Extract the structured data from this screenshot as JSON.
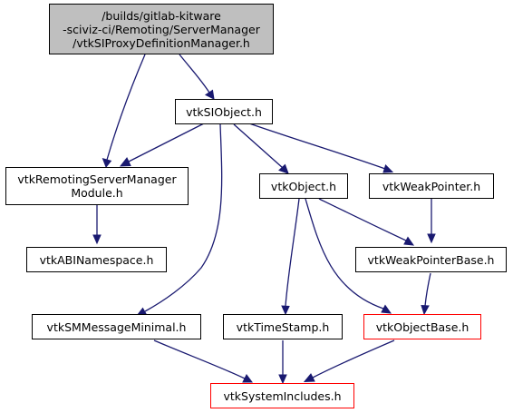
{
  "colors": {
    "edge": "#191970",
    "root_fill": "#bfbfbf",
    "truncated_border": "#ff0000",
    "border": "#000000"
  },
  "nodes": {
    "root": {
      "lines": [
        "/builds/gitlab-kitware",
        "-sciviz-ci/Remoting/ServerManager",
        "/vtkSIProxyDefinitionManager.h"
      ]
    },
    "siobject": {
      "lines": [
        "vtkSIObject.h"
      ]
    },
    "remoting": {
      "lines": [
        "vtkRemotingServerManager",
        "Module.h"
      ]
    },
    "object": {
      "lines": [
        "vtkObject.h"
      ]
    },
    "weakptr": {
      "lines": [
        "vtkWeakPointer.h"
      ]
    },
    "abi": {
      "lines": [
        "vtkABINamespace.h"
      ]
    },
    "weakbase": {
      "lines": [
        "vtkWeakPointerBase.h"
      ]
    },
    "smmsg": {
      "lines": [
        "vtkSMMessageMinimal.h"
      ]
    },
    "timestamp": {
      "lines": [
        "vtkTimeStamp.h"
      ]
    },
    "objectbase": {
      "lines": [
        "vtkObjectBase.h"
      ]
    },
    "sysinc": {
      "lines": [
        "vtkSystemIncludes.h"
      ]
    }
  }
}
